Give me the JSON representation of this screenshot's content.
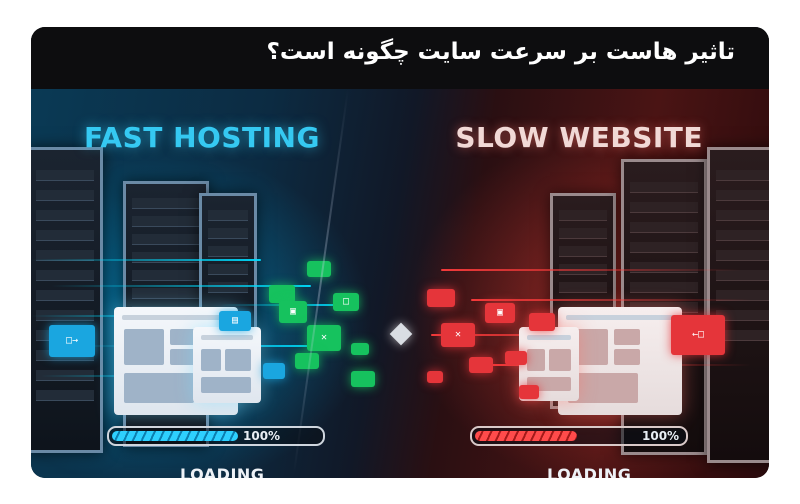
{
  "title": "تاثیر هاست بر سرعت سایت چگونه است؟",
  "left": {
    "heading": "FAST HOSTING",
    "progress_label": "100%",
    "progress_fraction": 0.62,
    "loading_label": "LOADING",
    "accent": "#35c9f2"
  },
  "right": {
    "heading": "SLOW WEBSITE",
    "progress_label": "100%",
    "progress_fraction": 0.5,
    "loading_label": "LOADING",
    "accent": "#e5353a"
  }
}
